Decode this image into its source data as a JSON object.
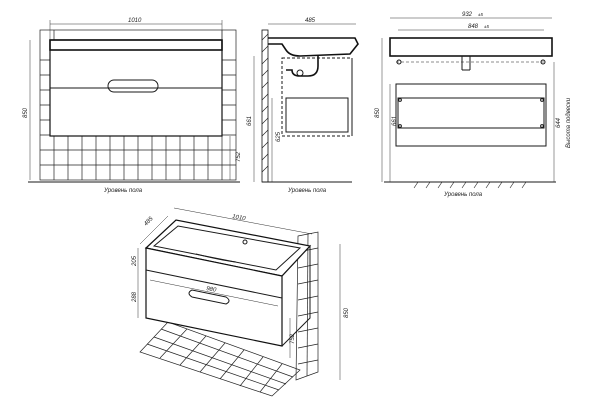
{
  "front_view": {
    "width": "1010",
    "height_total": "850",
    "to_cabinet_bottom": "752",
    "floor_label": "Уровень пола"
  },
  "side_view": {
    "depth": "485",
    "height_661": "661",
    "height_625": "625",
    "floor_label": "Уровень пола"
  },
  "right_view": {
    "width_outer": "932",
    "width_outer_tol": "±5",
    "width_inner": "848",
    "width_inner_tol": "±5",
    "height_850": "850",
    "height_661": "661",
    "height_644": "644",
    "vertical_label": "Высота подвески",
    "floor_label": "Уровень пола"
  },
  "iso_view": {
    "width": "1010",
    "depth": "485",
    "h205": "205",
    "h288": "288",
    "drawer_width": "980",
    "h752": "752",
    "h850": "850"
  }
}
